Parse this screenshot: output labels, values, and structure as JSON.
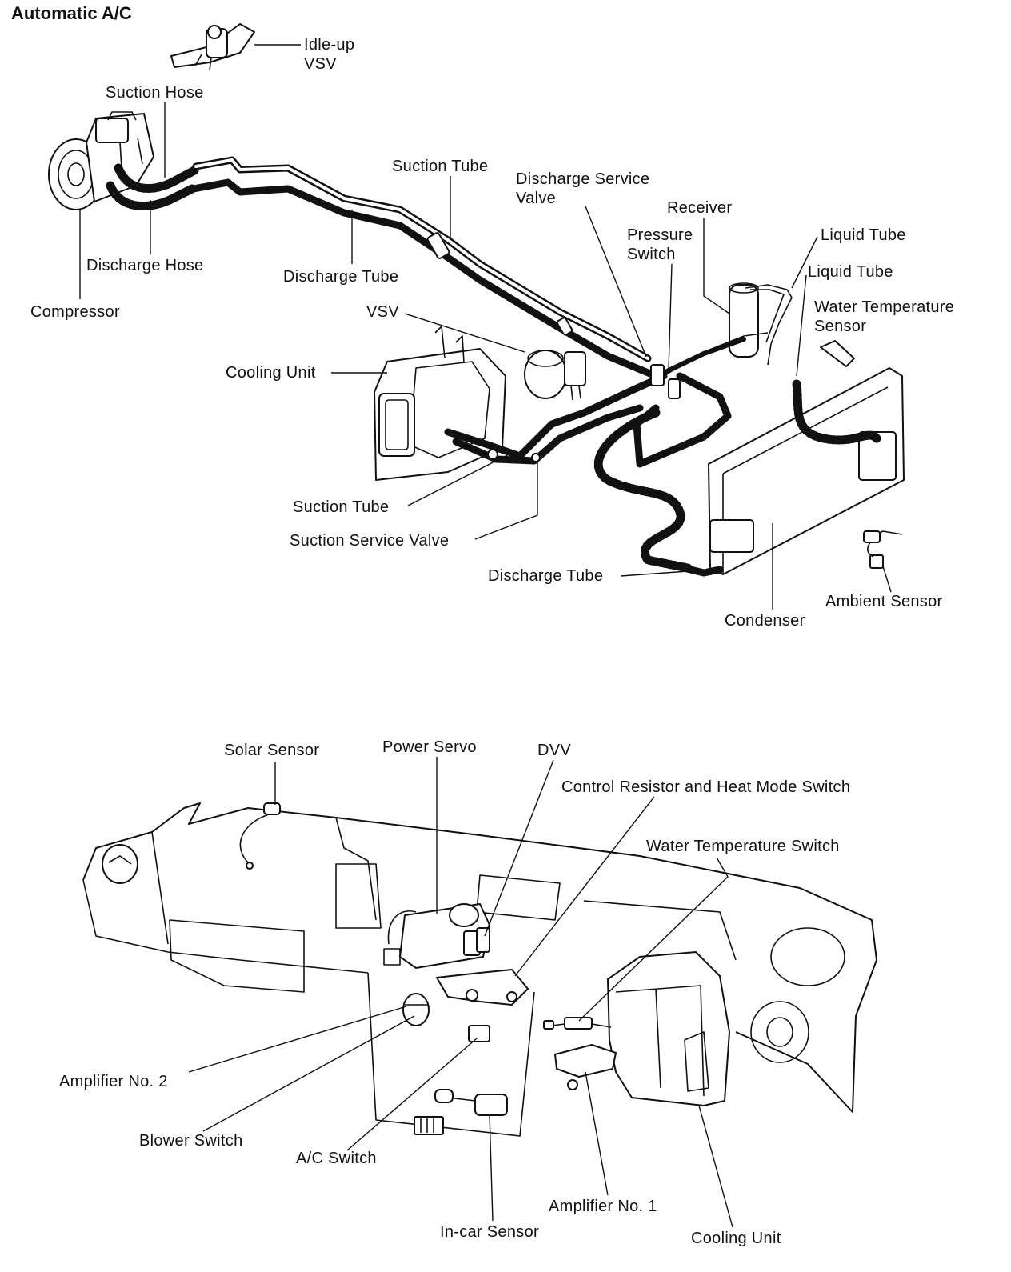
{
  "title": "Automatic A/C",
  "upper_labels": {
    "idle_up_vsv": [
      "Idle-up",
      "VSV"
    ],
    "suction_hose": "Suction Hose",
    "suction_tube_top": "Suction Tube",
    "discharge_service_valve": [
      "Discharge Service",
      "Valve"
    ],
    "receiver": "Receiver",
    "pressure_switch": [
      "Pressure",
      "Switch"
    ],
    "liquid_tube_1": "Liquid Tube",
    "liquid_tube_2": "Liquid Tube",
    "water_temperature_sensor": [
      "Water Temperature",
      "Sensor"
    ],
    "discharge_hose": "Discharge Hose",
    "discharge_tube_top": "Discharge Tube",
    "compressor": "Compressor",
    "vsv": "VSV",
    "cooling_unit": "Cooling Unit",
    "suction_tube_bottom": "Suction Tube",
    "suction_service_valve": "Suction Service Valve",
    "discharge_tube_bottom": "Discharge Tube",
    "ambient_sensor": "Ambient Sensor",
    "condenser": "Condenser"
  },
  "lower_labels": {
    "solar_sensor": "Solar Sensor",
    "power_servo": "Power Servo",
    "dvv": "DVV",
    "control_resistor": "Control Resistor and Heat Mode Switch",
    "water_temperature_switch": "Water Temperature Switch",
    "amplifier_no2": "Amplifier No. 2",
    "blower_switch": "Blower Switch",
    "ac_switch": "A/C Switch",
    "amplifier_no1": "Amplifier No. 1",
    "in_car_sensor": "In-car Sensor",
    "cooling_unit": "Cooling Unit"
  }
}
